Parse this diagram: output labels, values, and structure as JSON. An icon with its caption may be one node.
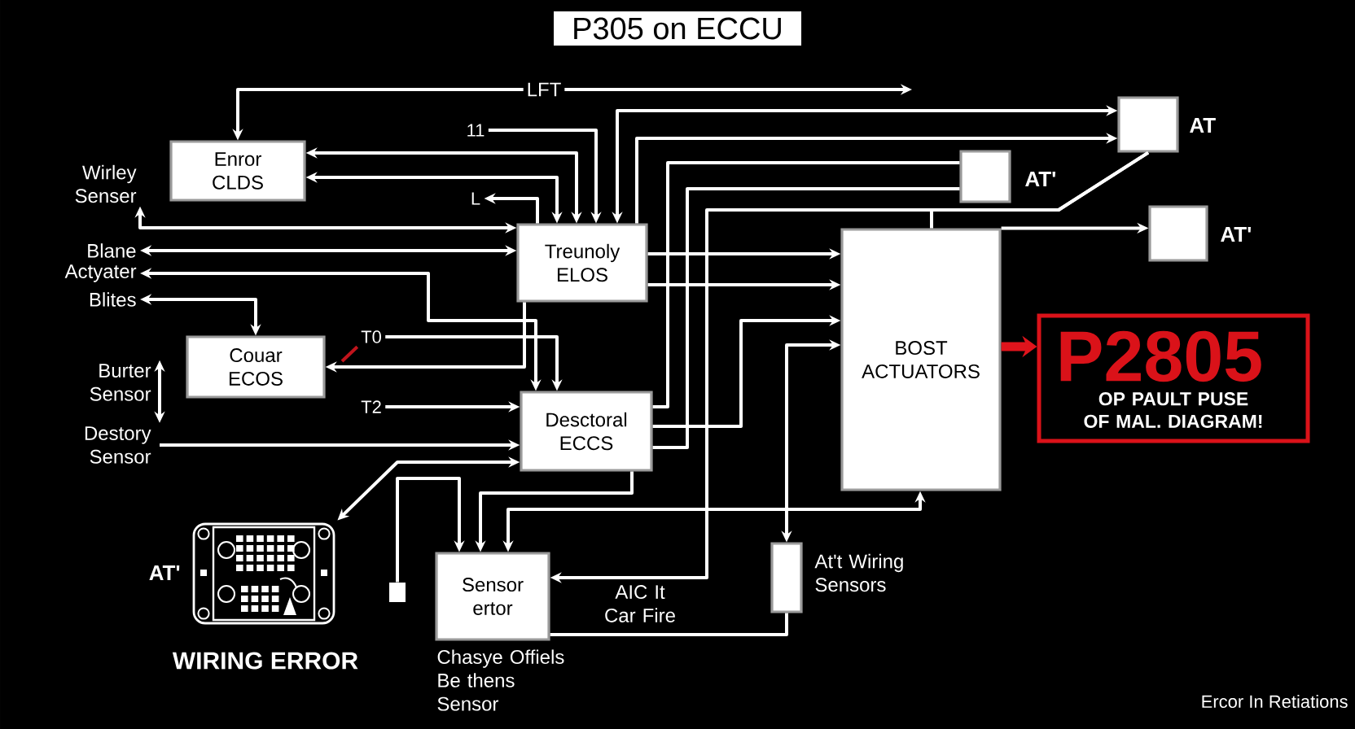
{
  "diagram": {
    "title": "P305 on ECCU",
    "nodes": [
      {
        "text": [
          "Enror CLDS"
        ]
      },
      {
        "text": [
          "Treunoly ELOS"
        ]
      },
      {
        "text": [
          "Couar ECOS"
        ]
      },
      {
        "text": [
          "Desctoral ECCS"
        ]
      },
      {
        "text": [
          "BOST ACTUATORS"
        ]
      },
      {
        "text": [
          "Sensor ertor"
        ],
        "beside": [
          "Chasye Offiels Be thens Sensor"
        ]
      },
      {
        "text": [],
        "shape": "box",
        "beside": [
          "AT"
        ]
      },
      {
        "text": [],
        "shape": "box",
        "beside": [
          "AT'"
        ]
      },
      {
        "text": [],
        "shape": "box",
        "beside": [
          "AT'"
        ]
      },
      {
        "text": [
          "P2805",
          "OP PAULT PUSE OF MAL. DIAGRAM!"
        ]
      },
      {
        "text": [],
        "shape": "picture",
        "beside": [
          "AT'",
          "WIRING ERROR"
        ]
      },
      {
        "text": [],
        "shape": "box",
        "beside": [
          "At't Wiring Sensors"
        ]
      },
      {
        "text": [],
        "shape": "box"
      },
      {
        "text": [
          "Wirley Senser"
        ]
      },
      {
        "text": [
          "Blane"
        ]
      },
      {
        "text": [
          "Actyater"
        ]
      },
      {
        "text": [
          "Blites"
        ]
      },
      {
        "text": [
          "Burter Sensor"
        ]
      },
      {
        "text": [
          "Destory Sensor"
        ]
      },
      {
        "text": [
          "11"
        ]
      },
      {
        "text": [
          "L"
        ]
      },
      {
        "text": [
          "T0"
        ]
      },
      {
        "text": [
          "T2"
        ]
      }
    ],
    "edges": [
      {
        "from": null,
        "to": 0,
        "arrow": "both",
        "label": "LFT"
      },
      {
        "from": 1,
        "to": 0,
        "arrow": "both"
      },
      {
        "from": 1,
        "to": 0,
        "arrow": "both"
      },
      {
        "from": 19,
        "to": 1,
        "arrow": "to"
      },
      {
        "from": 1,
        "to": 6,
        "arrow": "both"
      },
      {
        "from": 1,
        "to": 6,
        "arrow": "to"
      },
      {
        "from": 1,
        "to": 20,
        "arrow": "to"
      },
      {
        "from": 13,
        "to": 1,
        "arrow": "both"
      },
      {
        "from": 14,
        "to": 1,
        "arrow": "both"
      },
      {
        "from": 15,
        "to": 3,
        "arrow": "both"
      },
      {
        "from": 16,
        "to": 2,
        "arrow": "both"
      },
      {
        "from": 1,
        "to": 2,
        "arrow": "to"
      },
      {
        "from": 21,
        "to": null,
        "arrow": "none",
        "color": "#c0141c"
      },
      {
        "from": 21,
        "to": 3,
        "arrow": "to"
      },
      {
        "from": 22,
        "to": 3,
        "arrow": "to"
      },
      {
        "from": 17,
        "to": 18,
        "arrow": "both"
      },
      {
        "from": 18,
        "to": 3,
        "arrow": "to"
      },
      {
        "from": 10,
        "to": 3,
        "arrow": "both"
      },
      {
        "from": 12,
        "to": 5,
        "arrow": "to"
      },
      {
        "from": 3,
        "to": 5,
        "arrow": "to"
      },
      {
        "from": 4,
        "to": 5,
        "arrow": "both"
      },
      {
        "from": 6,
        "to": 5,
        "arrow": "to"
      },
      {
        "from": 6,
        "to": 4,
        "arrow": "none"
      },
      {
        "from": 4,
        "to": 8,
        "arrow": "to"
      },
      {
        "from": 4,
        "to": 9,
        "arrow": "to",
        "style": "thick",
        "color": "#e0141c"
      },
      {
        "from": 11,
        "to": 4,
        "arrow": "both"
      },
      {
        "from": 5,
        "to": 11,
        "arrow": "none"
      },
      {
        "from": 1,
        "to": 4,
        "arrow": "to"
      },
      {
        "from": 1,
        "to": 4,
        "arrow": "to"
      },
      {
        "from": 3,
        "to": 4,
        "arrow": "to"
      },
      {
        "from": 3,
        "to": 7,
        "arrow": "none"
      },
      {
        "from": 3,
        "to": 7,
        "arrow": "none"
      }
    ],
    "labels": [
      "AIC It Car Fire",
      "Ercor In Retiations"
    ]
  }
}
